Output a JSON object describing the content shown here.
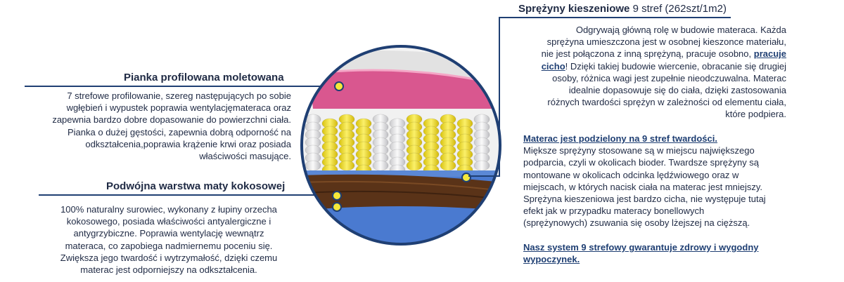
{
  "left": {
    "foam": {
      "title": "Pianka profilowana moletowana",
      "lines": [
        "7 strefowe profilowanie, szereg następujących po sobie",
        "wgłębień i wypustek poprawia wentylacjęmateraca oraz",
        "zapewnia bardzo dobre dopasowanie do powierzchni ciała.",
        "Pianka o dużej gęstości, zapewnia dobrą odporność na",
        "odkształcenia,poprawia krążenie krwi oraz posiada",
        "właściwości masujące."
      ]
    },
    "coconut": {
      "title": "Podwójna warstwa maty kokosowej",
      "lines": [
        "100% naturalny surowiec, wykonany z łupiny orzecha",
        "kokosowego, posiada właściwości antyalergiczne i",
        "antygrzybiczne. Poprawia wentylację wewnątrz",
        "materaca, co zapobiega nadmiernemu poceniu się.",
        "Zwiększa jego twardość i wytrzymałość, dzięki czemu",
        "materac jest odporniejszy na odkształcenia."
      ]
    }
  },
  "right": {
    "title_bold": "Sprężyny kieszeniowe",
    "title_rest": " 9 stref (262szt/1m2)",
    "p1": {
      "l1": "Odgrywają główną rolę w budowie materaca. Każda",
      "l2": "sprężyna umieszczona jest w osobnej kieszonce materiału,",
      "l3": "nie jest połączona z inną sprężyną, pracuje osobno,",
      "l3_link": "pracuje",
      "l4_link": "cicho",
      "l4": "! Dzięki takiej budowie wiercenie, obracanie się drugiej",
      "l5": "osoby, różnica wagi jest zupełnie nieodczuwalna. Materac",
      "l6": "idealnie dopasowuje się do ciała, dzięki zastosowania",
      "l7": "różnych twardości sprężyn w zależności od elementu ciała,",
      "l8": "które podpiera."
    },
    "p2": {
      "heading": "Materac jest podzielony na 9 stref twardości.",
      "lines": [
        "Miększe sprężyny stosowane są w miejscu największego",
        "podparcia, czyli w okolicach bioder. Twardsze sprężyny są",
        "montowane w okolicach odcinka lędźwiowego oraz w",
        "miejscach, w których nacisk ciała na materac jest mniejszy.",
        "Sprężyna kieszeniowa jest bardzo cicha, nie występuje tutaj",
        "efekt jak w przypadku materacy bonellowych",
        "(sprężynowych) zsuwania się osoby lżejszej na cięższą."
      ]
    },
    "p3": {
      "l1": "Nasz system 9 strefowy gwarantuje zdrowy i wygodny",
      "l2": "wypoczynek."
    }
  },
  "colors": {
    "accent": "#1f3f73",
    "text": "#1f2a44",
    "foam": "#d9578f",
    "spring_yellow": "#f2e21c",
    "spring_white": "#e9e9ea",
    "coconut": "#5a3318",
    "felt": "#4f7fd0",
    "dot": "#f5e83a"
  }
}
